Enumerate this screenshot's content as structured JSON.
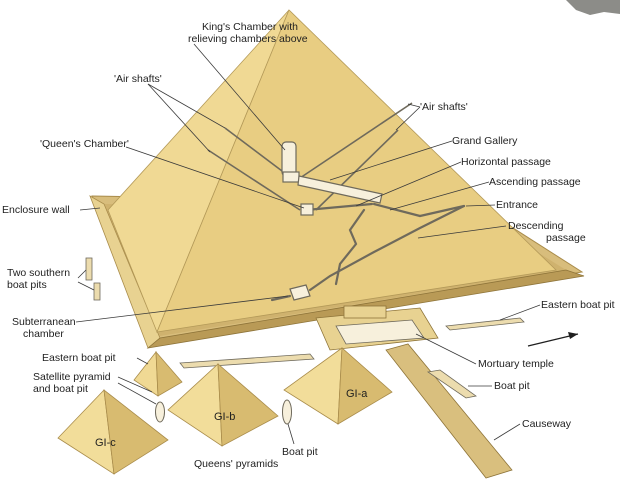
{
  "labels": {
    "kings_chamber_1": "King's Chamber with",
    "kings_chamber_2": "relieving chambers above",
    "air_shafts_left": "'Air shafts'",
    "air_shafts_right": "'Air shafts'",
    "queens_chamber": "'Queen's Chamber'",
    "grand_gallery": "Grand Gallery",
    "horizontal_passage": "Horizontal passage",
    "ascending_passage": "Ascending passage",
    "entrance": "Entrance",
    "descending_passage_1": "Descending",
    "descending_passage_2": "passage",
    "enclosure_wall": "Enclosure wall",
    "two_southern_1": "Two southern",
    "two_southern_2": "boat pits",
    "subterranean_1": "Subterranean",
    "subterranean_2": "chamber",
    "eastern_boat_pit_right": "Eastern boat pit",
    "eastern_boat_pit_left": "Eastern boat pit",
    "satellite_1": "Satellite pyramid",
    "satellite_2": "and boat pit",
    "mortuary_temple": "Mortuary temple",
    "boat_pit_right": "Boat pit",
    "boat_pit_bottom": "Boat pit",
    "causeway": "Causeway",
    "queens_pyramids": "Queens' pyramids",
    "gi_a": "GI-a",
    "gi_b": "GI-b",
    "gi_c": "GI-c"
  },
  "colors": {
    "face_light": "#f0d994",
    "face_mid": "#e3c77b",
    "face_dark": "#cfae61",
    "platform": "#d4b774",
    "platform_edge": "#a98c4b",
    "line": "#3a3a3a"
  }
}
